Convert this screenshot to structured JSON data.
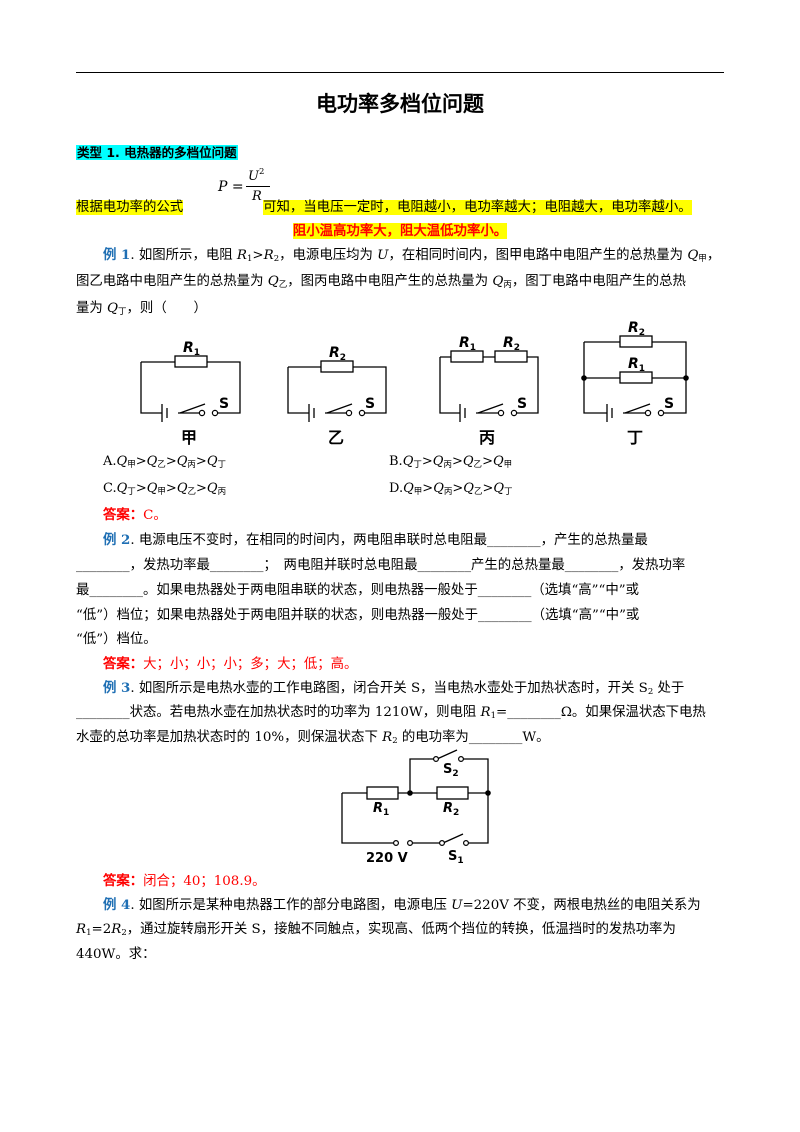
{
  "title": "电功率多档位问题",
  "section1": "类型 1. 电热器的多档位问题",
  "formula": {
    "lhs": "P",
    "eq": "=",
    "num_base": "U",
    "num_exp": "2",
    "den": "R"
  },
  "intro": {
    "prefix": "根据电功率的公式",
    "rest": "可知，当电压一定时，电阻越小，电功率越大；电阻越大，电功率越小。"
  },
  "rule": "阻小温高功率大，阻大温低功率小。",
  "ex1": {
    "label": "例 1",
    "l1a": ". 如图所示，电阻 ",
    "r1": "R",
    "r1s": "1",
    "gt": ">",
    "r2": "R",
    "r2s": "2",
    "l1b": "，电源电压均为 ",
    "u": "U",
    "l1c": "，在相同时间内，图甲电路中电阻产生的总热量为 ",
    "q": "Q",
    "jia": "甲",
    "yi": "乙",
    "bing": "丙",
    "ding": "丁",
    "l2a": "图乙电路中电阻产生的总热量为 ",
    "l2b": "，图丙电路中电阻产生的总热量为 ",
    "l2c": "，图丁电路中电阻产生的总热",
    "l3a": "量为 ",
    "l3b": "，则（　　）",
    "diagram_labels": {
      "R1": "R",
      "R1s": "1",
      "R2": "R",
      "R2s": "2",
      "S": "S",
      "a": "甲",
      "b": "乙",
      "c": "丙",
      "d": "丁"
    },
    "optA": "A.",
    "optB": "B.",
    "optC": "C.",
    "optD": "D.",
    "gt2": ">",
    "answer_label": "答案：",
    "answer": "C。"
  },
  "ex2": {
    "label": "例 2",
    "l1": ". 电源电压不变时，在相同的时间内，两电阻串联时总电阻最________，产生的总热量最",
    "l2": "________，发热功率最________；　两电阻并联时总电阻最________产生的总热量最________，发热功率",
    "l3": "最________。如果电热器处于两电阻串联的状态，则电热器一般处于________（选填“高”“中”或",
    "l4": "“低”）档位；如果电热器处于两电阻并联的状态，则电热器一般处于________（选填“高”“中”或",
    "l5": "“低”）档位。",
    "answer_label": "答案：",
    "answer": "大；小；小；小；多；大；低；高。"
  },
  "ex3": {
    "label": "例 3",
    "l1a": ". 如图所示是电热水壶的工作电路图，闭合开关 S，当电热水壶处于加热状态时，开关 S",
    "l1s": "2",
    "l1b": " 处于",
    "l2a": "________状态。若电热水壶在加热状态时的功率为 1210W，则电阻 ",
    "l2r": "R",
    "l2s": "1",
    "l2b": "=________Ω。如果保温状态下电热",
    "l3a": "水壶的总功率是加热状态时的 10%，则保温状态下 ",
    "l3r": "R",
    "l3s": "2",
    "l3b": " 的电功率为________W。",
    "diagram_labels": {
      "S2": "S",
      "S2s": "2",
      "R1": "R",
      "R1s": "1",
      "R2": "R",
      "R2s": "2",
      "V": "220 V",
      "S1": "S",
      "S1s": "1"
    },
    "answer_label": "答案：",
    "answer": "闭合；40；108.9。"
  },
  "ex4": {
    "label": "例 4",
    "l1a": ". 如图所示是某种电热器工作的部分电路图，电源电压 ",
    "u": "U",
    "l1b": "=220V 不变，两根电热丝的电阻关系为",
    "r1": "R",
    "r1s": "1",
    "l2a": "=2",
    "r2": "R",
    "r2s": "2",
    "l2b": "，通过旋转扇形开关 S，接触不同触点，实现高、低两个挡位的转换，低温挡时的发热功率为",
    "l3": "440W。求："
  }
}
